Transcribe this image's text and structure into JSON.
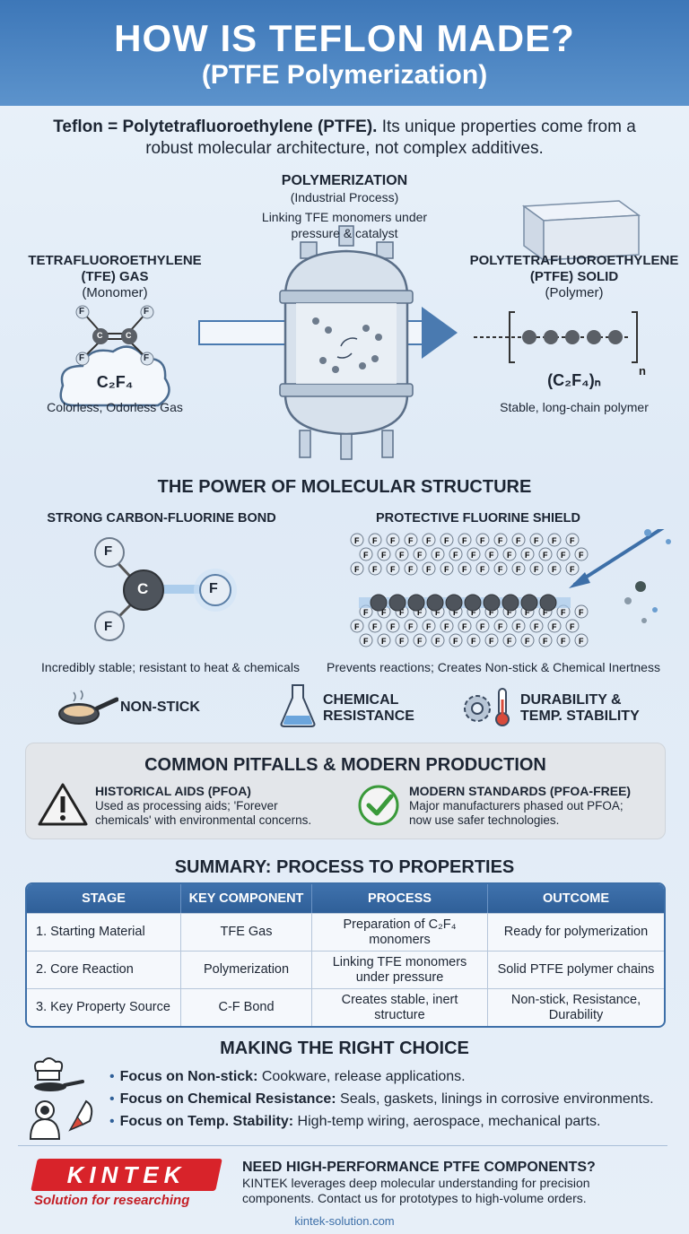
{
  "title": {
    "line1": "HOW IS TEFLON MADE?",
    "line2": "(PTFE Polymerization)"
  },
  "intro": {
    "bold": "Teflon = Polytetrafluoroethylene (PTFE).",
    "rest": " Its unique properties come from a robust molecular architecture, not complex additives."
  },
  "process": {
    "monomer": {
      "name1": "TETRAFLUOROETHYLENE",
      "name2": "(TFE) GAS",
      "sub": "(Monomer)",
      "formula": "C₂F₄",
      "desc": "Colorless, Odorless Gas"
    },
    "reaction": {
      "name": "POLYMERIZATION",
      "sub": "(Industrial Process)",
      "desc": "Linking TFE monomers under pressure & catalyst"
    },
    "polymer": {
      "name1": "POLYTETRAFLUOROETHYLENE",
      "name2": "(PTFE) SOLID",
      "sub": "(Polymer)",
      "formula": "(C₂F₄)ₙ",
      "desc": "Stable, long-chain polymer"
    },
    "atom_f": "F",
    "atom_c": "C",
    "subscript_n": "n"
  },
  "structure": {
    "title": "THE POWER OF MOLECULAR STRUCTURE",
    "left": {
      "title": "STRONG CARBON-FLUORINE BOND",
      "desc": "Incredibly stable; resistant to heat & chemicals"
    },
    "right": {
      "title": "PROTECTIVE FLUORINE SHIELD",
      "desc": "Prevents reactions; Creates Non-stick & Chemical Inertness"
    }
  },
  "features": [
    {
      "label": "NON-STICK",
      "icon": "frying-pan-icon"
    },
    {
      "label1": "CHEMICAL",
      "label2": "RESISTANCE",
      "icon": "flask-icon"
    },
    {
      "label1": "DURABILITY &",
      "label2": "TEMP. STABILITY",
      "icon": "gear-thermometer-icon"
    }
  ],
  "pitfalls": {
    "title": "COMMON PITFALLS & MODERN PRODUCTION",
    "left": {
      "title": "HISTORICAL AIDS (PFOA)",
      "line1": "Used as processing aids; 'Forever",
      "line2": "chemicals' with environmental concerns."
    },
    "right": {
      "title": "MODERN STANDARDS (PFOA-FREE)",
      "line1": "Major manufacturers phased out PFOA;",
      "line2": "now use safer technologies."
    }
  },
  "summary": {
    "title": "SUMMARY: PROCESS TO PROPERTIES",
    "headers": [
      "STAGE",
      "KEY COMPONENT",
      "PROCESS",
      "OUTCOME"
    ],
    "rows": [
      [
        "1. Starting Material",
        "TFE Gas",
        "Preparation of C₂F₄ monomers",
        "Ready for polymerization"
      ],
      [
        "2. Core Reaction",
        "Polymerization",
        "Linking TFE monomers under pressure",
        "Solid PTFE polymer chains"
      ],
      [
        "3. Key Property Source",
        "C-F Bond",
        "Creates stable, inert structure",
        "Non-stick, Resistance, Durability"
      ]
    ]
  },
  "choice": {
    "title": "MAKING THE RIGHT CHOICE",
    "items": [
      {
        "bold": "Focus on Non-stick:",
        "text": " Cookware, release applications."
      },
      {
        "bold": "Focus on Chemical Resistance:",
        "text": " Seals, gaskets, linings in corrosive environments."
      },
      {
        "bold": "Focus on Temp. Stability:",
        "text": " High-temp wiring, aerospace, mechanical parts."
      }
    ]
  },
  "footer": {
    "brand": "KINTEK",
    "tagline": "Solution for researching",
    "cta_title": "NEED HIGH-PERFORMANCE PTFE COMPONENTS?",
    "cta_line1": "KINTEK leverages deep molecular understanding for precision",
    "cta_line2": "components. Contact us for prototypes to high-volume orders.",
    "url": "kintek-solution.com"
  },
  "colors": {
    "header": "#3d77b8",
    "accent": "#2f5f98",
    "brand_red": "#d8232a",
    "check_green": "#3a9a3a"
  }
}
